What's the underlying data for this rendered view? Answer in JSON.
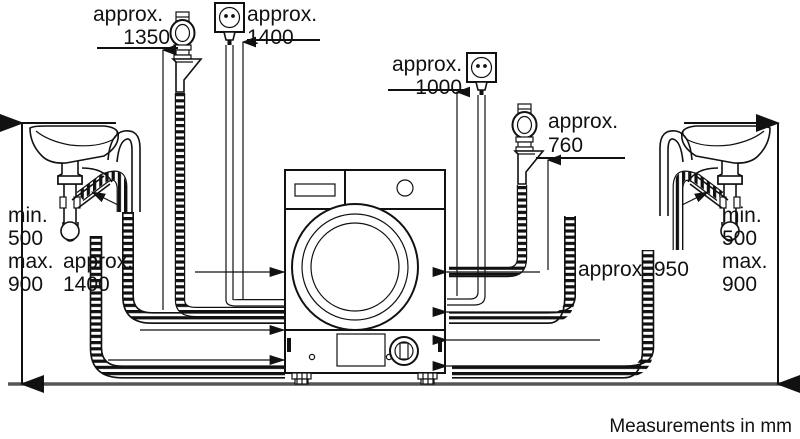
{
  "diagram": {
    "title": "Washing machine installation measurement diagram",
    "caption": "Measurements in mm",
    "units": "mm",
    "line_color": "#111111",
    "background_color": "#ffffff",
    "labels": {
      "tap_left": {
        "prefix": "approx.",
        "value": "1350"
      },
      "socket_left": {
        "prefix": "approx.",
        "value": "1400"
      },
      "socket_right": {
        "prefix": "approx.",
        "value": "1000"
      },
      "tap_right": {
        "prefix": "approx.",
        "value": "760"
      },
      "drain_left": {
        "prefix": "approx.",
        "value": "1400"
      },
      "drain_right": {
        "text": "approx. 950"
      },
      "sink_left": {
        "min_label": "min.",
        "min_value": "500",
        "max_label": "max.",
        "max_value": "900"
      },
      "sink_right": {
        "min_label": "min.",
        "min_value": "500",
        "max_label": "max.",
        "max_value": "900"
      }
    },
    "components": {
      "washing_machine": "washing-machine",
      "sink_left": "sink-basin-left",
      "sink_right": "sink-basin-right",
      "tap_left": "water-tap-left",
      "tap_right": "water-tap-right",
      "socket_left": "power-socket-left",
      "socket_right": "power-socket-right",
      "floor": "floor-line"
    }
  },
  "chart_data": {
    "type": "diagram",
    "title": "Washing machine connection heights",
    "units": "mm",
    "measurements": [
      {
        "name": "water tap height (left)",
        "qualifier": "approx.",
        "value": 1350
      },
      {
        "name": "power socket height (left)",
        "qualifier": "approx.",
        "value": 1400
      },
      {
        "name": "power socket height (right)",
        "qualifier": "approx.",
        "value": 1000
      },
      {
        "name": "water tap height (right)",
        "qualifier": "approx.",
        "value": 760
      },
      {
        "name": "drain hose length (left)",
        "qualifier": "approx.",
        "value": 1400
      },
      {
        "name": "drain hose length (right)",
        "qualifier": "approx.",
        "value": 950
      },
      {
        "name": "sink drain connection height (left)",
        "qualifier": "min.",
        "value": 500
      },
      {
        "name": "sink drain connection height (left)",
        "qualifier": "max.",
        "value": 900
      },
      {
        "name": "sink drain connection height (right)",
        "qualifier": "min.",
        "value": 500
      },
      {
        "name": "sink drain connection height (right)",
        "qualifier": "max.",
        "value": 900
      }
    ]
  }
}
